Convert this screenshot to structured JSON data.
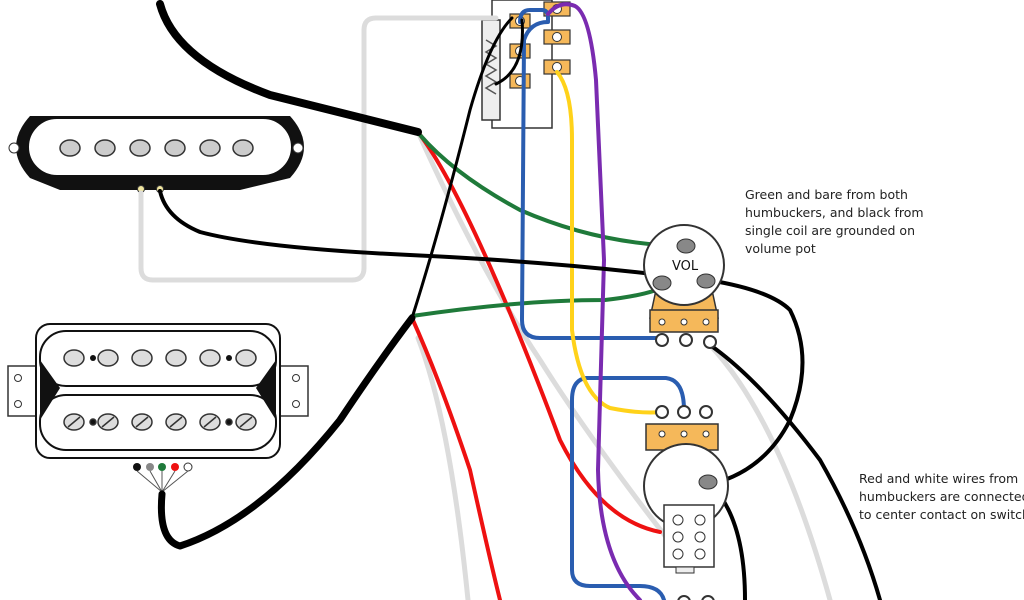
{
  "vol_pot": {
    "label": "VOL"
  },
  "annotations": {
    "ground_note": [
      "Green and bare from both",
      "humbuckers, and black from",
      "single coil are grounded on",
      "volume pot"
    ],
    "switch_note": [
      "Red and white wires from",
      "humbuckers are connected",
      "to center contact on switch"
    ]
  },
  "wire_colors": {
    "black": "#000000",
    "white": "#dcdcdc",
    "red": "#ee1111",
    "green": "#1f7a3a",
    "blue": "#2a5db0",
    "yellow": "#ffd21a",
    "purple": "#7a2bb0",
    "pot_body": "#f5b85a"
  }
}
